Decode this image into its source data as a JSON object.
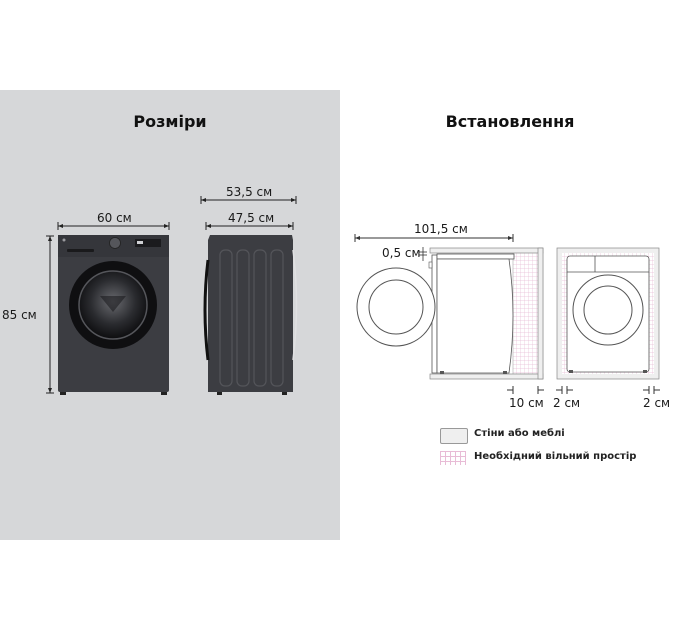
{
  "sections": {
    "dimensions": {
      "title": "Розміри",
      "width_label": "60 см",
      "height_label": "85 см",
      "depth_total_label": "53,5 см",
      "depth_body_label": "47,5 см"
    },
    "installation": {
      "title": "Встановлення",
      "total_depth_label": "101,5 см",
      "top_gap_label": "0,5 см",
      "back_gap_label": "10 см",
      "left_gap_label": "2 см",
      "right_gap_label": "2 см"
    }
  },
  "legend": [
    {
      "label": "Стіни або меблі",
      "swatch": "wall"
    },
    {
      "label": "Необхідний вільний простір",
      "swatch": "clearance-grid"
    }
  ],
  "colors": {
    "left_panel_bg": "#d6d7d9",
    "washer_body": "#3c3d42",
    "clearance_grid": "#e8bcd6",
    "line": "#555555"
  }
}
